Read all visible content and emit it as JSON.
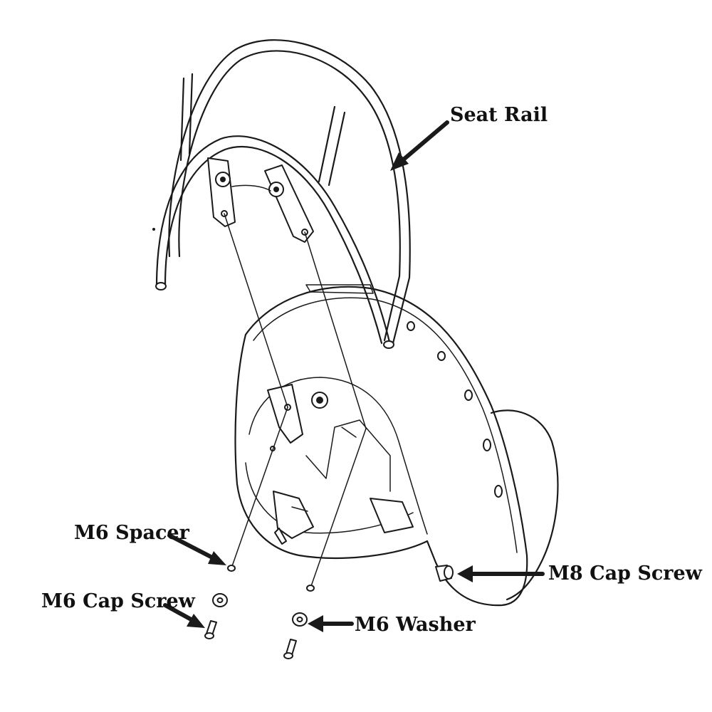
{
  "callouts": {
    "seat_rail": "Seat Rail",
    "m6_spacer": "M6 Spacer",
    "m6_cap_screw": "M6 Cap Screw",
    "m8_cap_screw": "M8 Cap Screw",
    "m6_washer": "M6 Washer"
  },
  "colors": {
    "line": "#1a1a1a",
    "background": "#ffffff"
  }
}
